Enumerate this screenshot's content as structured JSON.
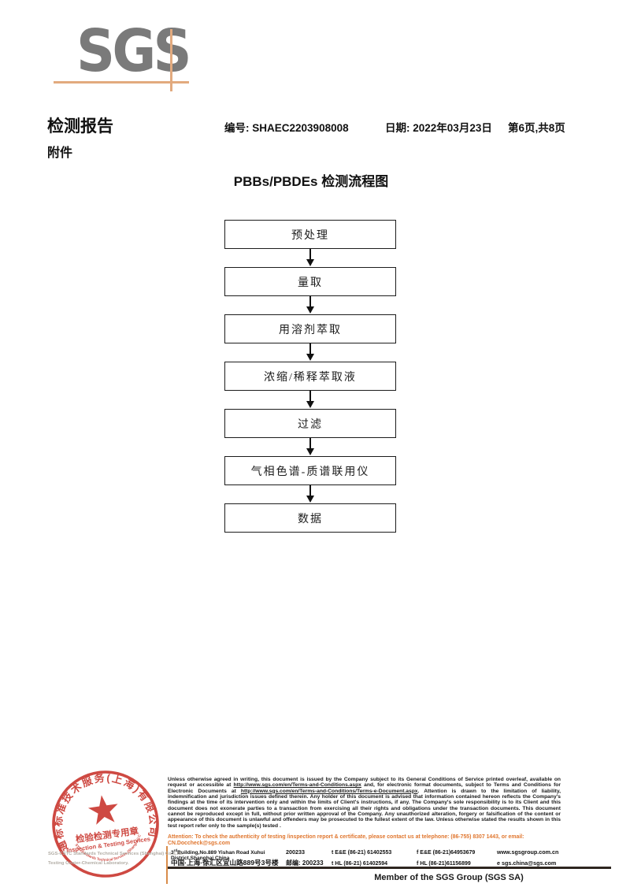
{
  "colors": {
    "accent_orange": "#e2aa7e",
    "stamp_red": "#c9362e",
    "attention_orange": "#e0762e",
    "sgs_gray": "#7a7a7a"
  },
  "logo": {
    "text": "SGS"
  },
  "header": {
    "title": "检测报告",
    "report_no_label": "编号:",
    "report_no": "SHAEC2203908008",
    "date_label": "日期:",
    "date": "2022年03月23日",
    "pages": "第6页,共8页",
    "attachment": "附件"
  },
  "flowchart": {
    "title": "PBBs/PBDEs 检测流程图",
    "steps": [
      "预处理",
      "量取",
      "用溶剂萃取",
      "浓缩/稀释萃取液",
      "过滤",
      "气相色谱-质谱联用仪",
      "数据"
    ]
  },
  "stamp": {
    "ring_text": "通标标准技术服务(上海)有限公司",
    "bottom_arc_text": "SGS-CSTC Standards Technical Services (Shanghai) Co.,Ltd.",
    "line1": "检验检测专用章",
    "line2": "Inspection & Testing Services"
  },
  "company": {
    "line1": "SGS-CSTC Standards Technical Services (Shanghai) Co.,Ltd.",
    "line2": "Testing Center-Chemical Laboratory."
  },
  "footer": {
    "legal_parts": [
      "Unless otherwise agreed in writing, this document is issued by the Company subject to its General Conditions of Service printed overleaf, available on request or accessible at ",
      "http://www.sgs.com/en/Terms-and-Conditions.aspx",
      " and, for electronic format documents, subject to Terms and Conditions for Electronic Documents at ",
      "http://www.sgs.com/en/Terms-and-Conditions/Terms-e-Document.aspx",
      ". Attention is drawn to the limitation of liability, indemnification and jurisdiction issues defined therein. Any holder of this document is advised that information contained hereon reflects the Company's findings at the time of its intervention only and within the limits of Client's instructions, if any. The Company's sole responsibility is to its Client and this document does not exonerate parties to a transaction from exercising all their rights and obligations under the transaction documents. This document cannot be reproduced except in full, without prior written approval of the Company. Any unauthorized alteration, forgery or falsification of the content or appearance of this document is unlawful and offenders may be prosecuted to the fullest extent of the law. Unless otherwise stated the results shown in this test report refer only to the sample(s) tested ."
    ],
    "attention": "Attention: To check the authenticity of testing /inspection report & certificate, please contact us at telephone: (86-755) 8307 1443, or email: CN.Doccheck@sgs.com",
    "address_en_base": "3",
    "address_en_sup": "rd",
    "address_en": "Building,No.889 Yishan Road Xuhui District,Shanghai China",
    "postcode_en": "200233",
    "address_cn": "中国·上海·徐汇区宜山路889号3号楼",
    "postcode_cn": "邮编: 200233",
    "tel1": "t E&E (86-21) 61402553",
    "fax1": "f E&E (86-21)64953679",
    "web": "www.sgsgroup.com.cn",
    "tel2": "t HL (86-21) 61402594",
    "fax2": "f HL (86-21)61156899",
    "email": "e  sgs.china@sgs.com",
    "member": "Member of the SGS Group (SGS SA)"
  }
}
